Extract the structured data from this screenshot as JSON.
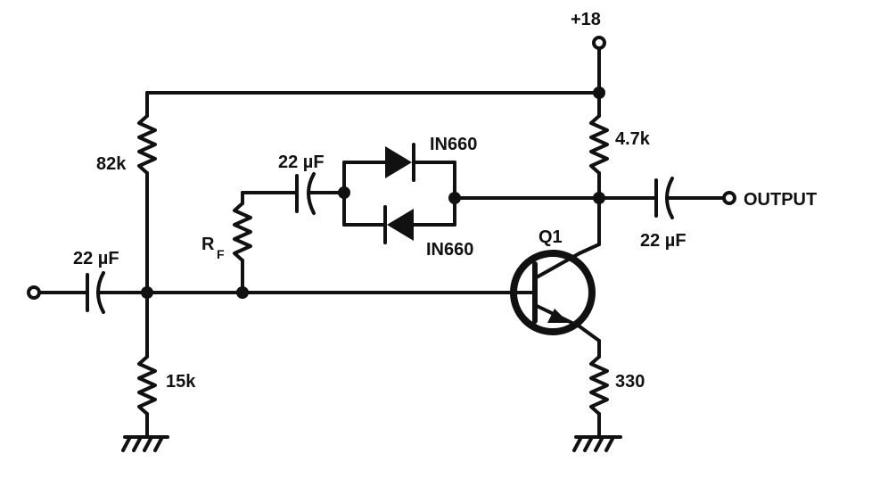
{
  "supply": {
    "label": "+18"
  },
  "resistors": {
    "r_bias_top": "82k",
    "r_bias_bottom": "15k",
    "r_feedback_main": "R",
    "r_feedback_sub": "F",
    "r_collector": "4.7k",
    "r_emitter": "330"
  },
  "capacitors": {
    "c_input": "22 µF",
    "c_feedback": "22 µF",
    "c_output": "22 µF"
  },
  "diodes": {
    "d_upper": "IN660",
    "d_lower": "IN660"
  },
  "transistor": {
    "label": "Q1"
  },
  "output": {
    "label": "OUTPUT"
  }
}
